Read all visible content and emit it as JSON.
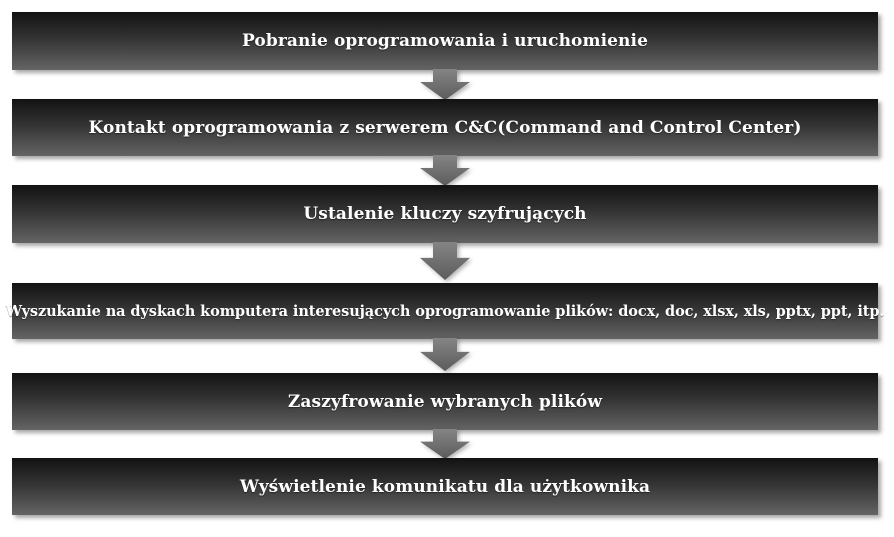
{
  "diagram": {
    "type": "flowchart",
    "background_color": "#ffffff",
    "node_style": {
      "gradient_top": "#121212",
      "gradient_bottom": "#646464",
      "text_color": "#ffffff"
    },
    "arrow_style": {
      "icon": "down-arrow",
      "gradient_top": "#848484",
      "gradient_bottom": "#5c5c5c"
    },
    "steps": [
      {
        "label": "Pobranie oprogramowania i uruchomienie"
      },
      {
        "label": "Kontakt oprogramowania z serwerem C&C(Command and Control Center)"
      },
      {
        "label": "Ustalenie kluczy szyfrujących"
      },
      {
        "label": "Wyszukanie na dyskach komputera interesujących oprogramowanie plików: docx, doc, xlsx, xls, pptx, ppt, itp."
      },
      {
        "label": "Zaszyfrowanie wybranych plików"
      },
      {
        "label": "Wyświetlenie komunikatu dla użytkownika"
      }
    ]
  }
}
